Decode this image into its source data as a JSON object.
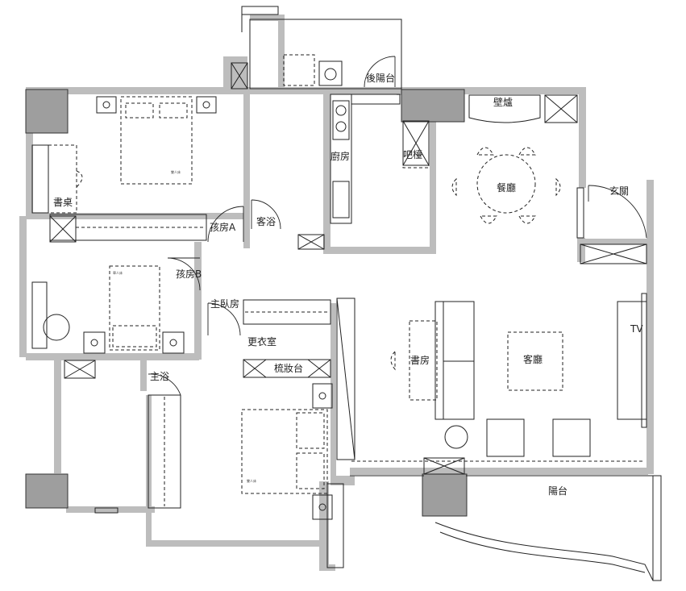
{
  "rooms": {
    "rear_balcony": "後陽台",
    "fireplace": "壁爐",
    "kitchen": "廚房",
    "bar": "吧檯",
    "dining": "餐廳",
    "entrance": "玄關",
    "desk": "書桌",
    "child_room_a": "孩房A",
    "guest_bath": "客浴",
    "child_room_b": "孩房B",
    "master_bedroom": "主臥房",
    "walk_in_closet": "更衣室",
    "vanity": "梳妝台",
    "study": "書房",
    "living_room": "客廳",
    "tv": "TV",
    "master_bath": "主浴",
    "balcony": "陽台"
  },
  "colors": {
    "wall": "#bdbdbd",
    "column": "#9e9e9e",
    "line": "#222222"
  }
}
